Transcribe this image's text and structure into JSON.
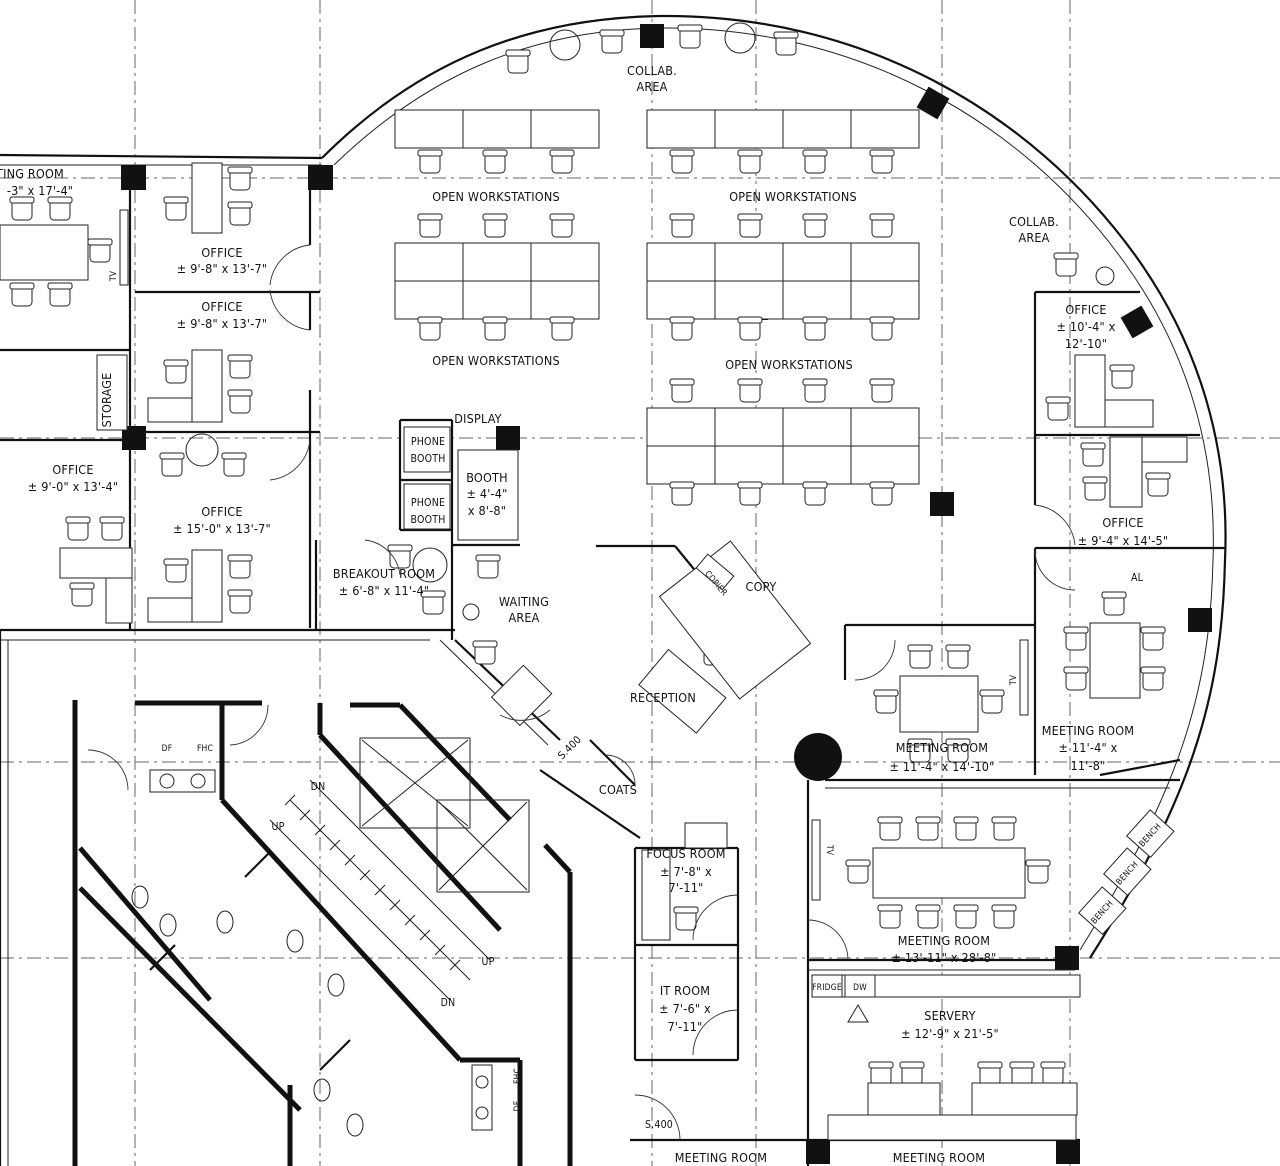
{
  "rooms": {
    "collab_top": [
      "COLLAB.",
      "AREA"
    ],
    "collab_right": [
      "COLLAB.",
      "AREA"
    ],
    "open_ws_1": "OPEN WORKSTATIONS",
    "open_ws_2": "OPEN WORKSTATIONS",
    "open_ws_3": "OPEN WORKSTATIONS",
    "open_ws_4": "OPEN WORKSTATIONS",
    "meeting_partial_top": "TING ROOM",
    "meeting_partial_top_dim": "-3\" x 17'-4\"",
    "office_a": {
      "name": "OFFICE",
      "dim": "± 9'-8\" x 13'-7\""
    },
    "office_b": {
      "name": "OFFICE",
      "dim": "± 9'-8\" x 13'-7\""
    },
    "storage": "STORAGE",
    "office_c": {
      "name": "OFFICE",
      "dim": "± 9'-0\" x 13'-4\""
    },
    "office_d": {
      "name": "OFFICE",
      "dim": "± 15'-0\" x 13'-7\""
    },
    "display": "DISPLAY",
    "phone_booth_1": [
      "PHONE",
      "BOOTH"
    ],
    "phone_booth_2": [
      "PHONE",
      "BOOTH"
    ],
    "booth": {
      "name": "BOOTH",
      "dim1": "± 4'-4\"",
      "dim2": "x 8'-8\""
    },
    "breakout": {
      "name": "BREAKOUT ROOM",
      "dim": "± 6'-8\" x 11'-4\""
    },
    "waiting": [
      "WAITING",
      "AREA"
    ],
    "copier": "COPIER",
    "copy": "COPY",
    "reception": "RECEPTION",
    "office_e": {
      "name": "OFFICE",
      "dim1": "± 10'-4\" x",
      "dim2": "12'-10\""
    },
    "office_f": {
      "name": "OFFICE",
      "dim": "± 9'-4\" x 14'-5\""
    },
    "al": "AL",
    "meeting_a": {
      "name": "MEETING ROOM",
      "dim": "± 11'-4\" x 14'-10\""
    },
    "meeting_b": {
      "name": "MEETING ROOM",
      "dim1": "± 11'-4\" x",
      "dim2": "11'-8\""
    },
    "tv_1": "TV",
    "tv_2": "TV",
    "tv_3": "TV",
    "s400_1": "S.400",
    "s400_2": "S.400",
    "coats": "COATS",
    "focus": {
      "name": "FOCUS ROOM",
      "dim1": "± 7'-8\" x",
      "dim2": "7'-11\""
    },
    "it_room": {
      "name": "IT ROOM",
      "dim1": "± 7'-6\" x",
      "dim2": "7'-11\""
    },
    "meeting_c": {
      "name": "MEETING ROOM",
      "dim": "± 13'-11\" x 28'-8\""
    },
    "bench": [
      "BENCH",
      "BENCH",
      "BENCH"
    ],
    "servery": {
      "name": "SERVERY",
      "dim": "± 12'-9\" x 21'-5\""
    },
    "fridge": "FRIDGE",
    "dw": "DW",
    "meeting_bottom_1": "MEETING ROOM",
    "meeting_bottom_2": "MEETING ROOM",
    "df_1": "DF",
    "fhc_1": "FHC",
    "df_2": "DF",
    "fhc_2": "FHC",
    "up_1": "UP",
    "dn_1": "DN",
    "up_2": "UP",
    "dn_2": "DN"
  }
}
